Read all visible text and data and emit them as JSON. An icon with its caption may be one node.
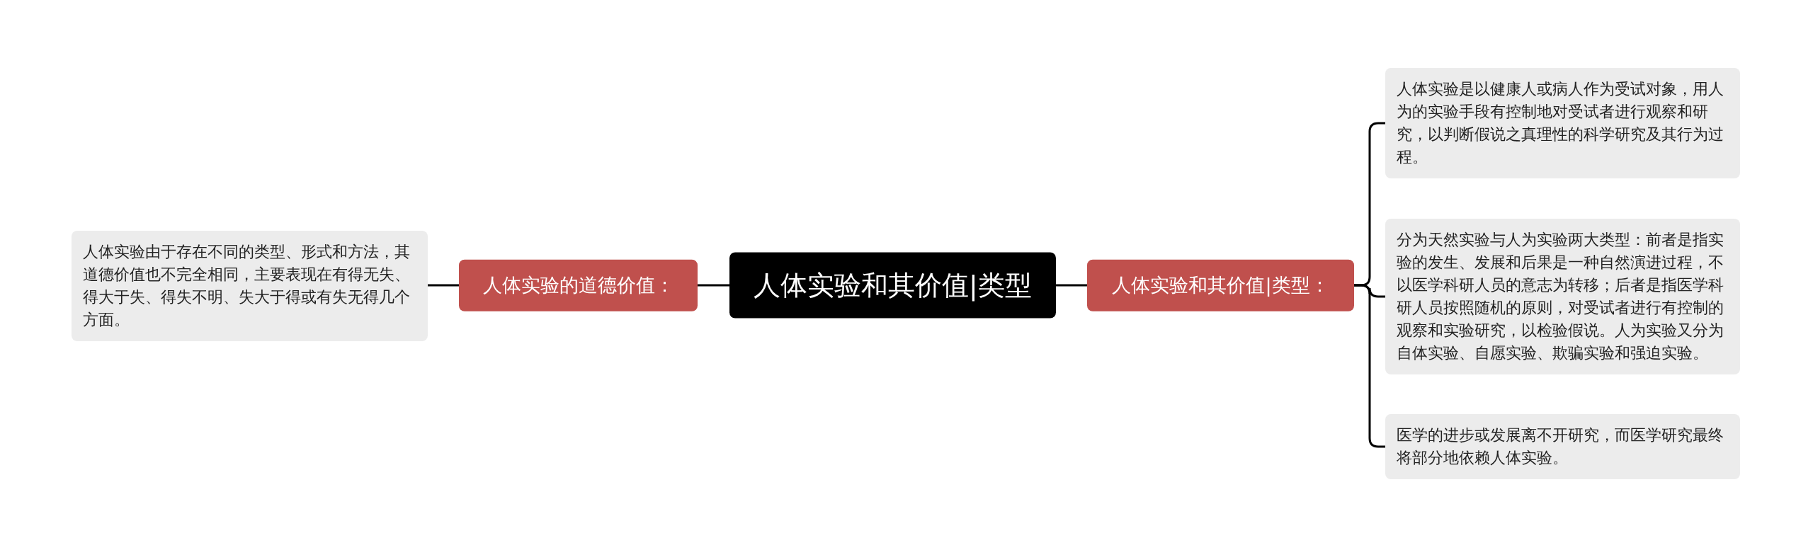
{
  "diagram": {
    "nodes": [
      {
        "text": [
          "人体实验和其价值|类型"
        ]
      },
      {
        "text": [
          "人体实验的道德价值："
        ]
      },
      {
        "text": [
          "人体实验由于存在不同的类型、形式和方法，其道德价值也不完全相同，主要表现在有得无失、得大于失、得失不明、失大于得或有失无得几个方面。"
        ]
      },
      {
        "text": [
          "人体实验和其价值|类型："
        ]
      },
      {
        "text": [
          "人体实验是以健康人或病人作为受试对象，用人为的实验手段有控制地对受试者进行观察和研究，以判断假说之真理性的科学研究及其行为过程。"
        ]
      },
      {
        "text": [
          "分为天然实验与人为实验两大类型：前者是指实验的发生、发展和后果是一种自然演进过程，不以医学科研人员的意志为转移；后者是指医学科研人员按照随机的原则，对受试者进行有控制的观察和实验研究，以检验假说。人为实验又分为自体实验、自愿实验、欺骗实验和强迫实验。"
        ]
      },
      {
        "text": [
          "医学的进步或发展离不开研究，而医学研究最终将部分地依赖人体实验。"
        ]
      }
    ],
    "edges": [
      {
        "from": 0,
        "to": 1,
        "arrow": "none"
      },
      {
        "from": 1,
        "to": 2,
        "arrow": "none"
      },
      {
        "from": 0,
        "to": 3,
        "arrow": "none"
      },
      {
        "from": 3,
        "to": 4,
        "arrow": "none"
      },
      {
        "from": 3,
        "to": 5,
        "arrow": "none"
      },
      {
        "from": 3,
        "to": 6,
        "arrow": "none"
      }
    ]
  }
}
